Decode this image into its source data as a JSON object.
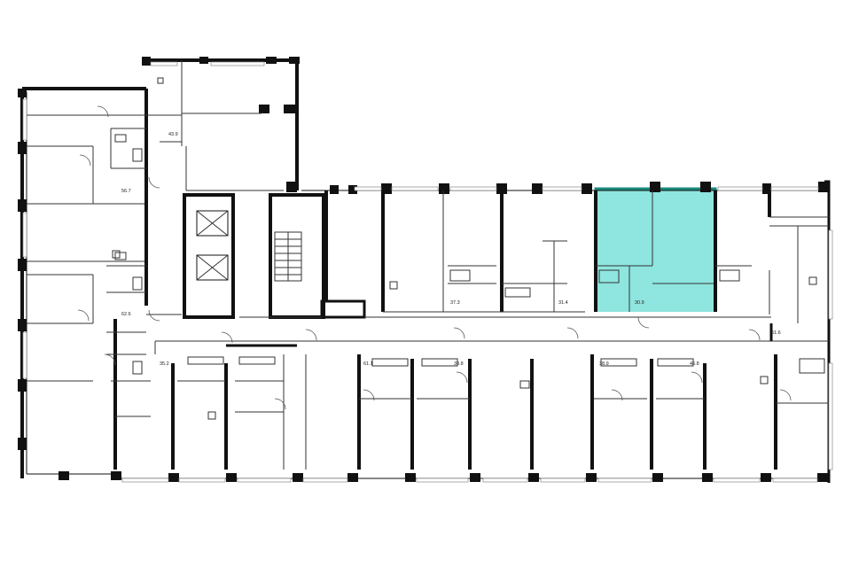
{
  "floorplan": {
    "highlight_color": "#8fe5df",
    "highlight_edge_color": "#1b8a7e",
    "wall_color": "#111111",
    "selected_unit": "30.9",
    "units": [
      {
        "id": "u-43-9",
        "area": "43.9"
      },
      {
        "id": "u-56-7",
        "area": "56.7"
      },
      {
        "id": "u-62-6",
        "area": "62.6"
      },
      {
        "id": "u-35-2",
        "area": "35.2"
      },
      {
        "id": "u-37-3",
        "area": "37.3"
      },
      {
        "id": "u-31-4",
        "area": "31.4"
      },
      {
        "id": "u-30-9",
        "area": "30.9"
      },
      {
        "id": "u-61-6",
        "area": "61.6"
      },
      {
        "id": "u-61-1",
        "area": "61.1"
      },
      {
        "id": "u-39-8",
        "area": "39.8"
      },
      {
        "id": "u-38-9",
        "area": "38.9"
      },
      {
        "id": "u-46-8",
        "area": "46.8"
      }
    ]
  }
}
